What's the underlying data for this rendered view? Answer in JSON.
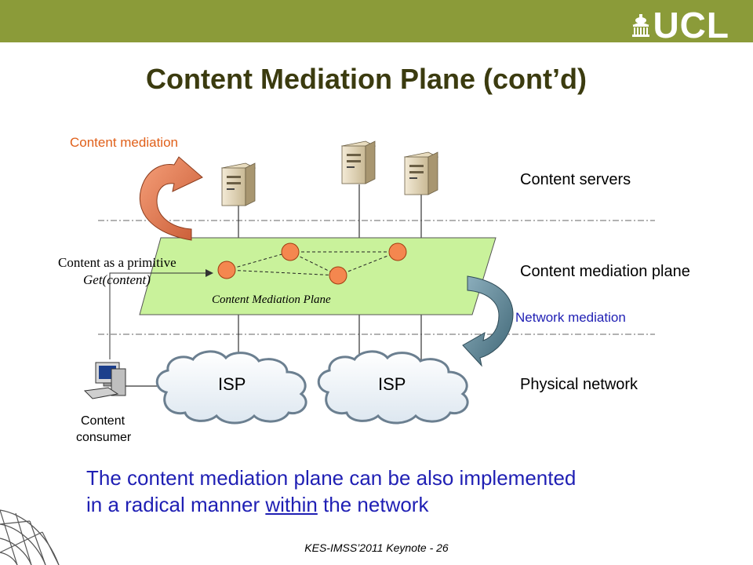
{
  "logo": {
    "text": "UCL"
  },
  "title": "Content Mediation Plane (cont’d)",
  "diagram": {
    "labels": {
      "content_mediation": "Content mediation",
      "content_servers": "Content servers",
      "content_as_primitive": "Content as a primitive",
      "get_content": "Get(content)",
      "content_mediation_plane_right": "Content mediation plane",
      "plane_label": "Content Mediation Plane",
      "network_mediation": "Network mediation",
      "isp_left": "ISP",
      "isp_right": "ISP",
      "physical_network": "Physical network",
      "consumer_line1": "Content",
      "consumer_line2": "consumer"
    },
    "colors": {
      "plane_fill": "#c9f29b",
      "node_fill": "#f4874f",
      "content_mediation_text": "#e0601a",
      "network_mediation_text": "#1f1fb4",
      "orange_arrow": "#e8794a",
      "blue_arrow": "#5f8a9b"
    }
  },
  "caption": {
    "line1": "The content mediation plane can be also implemented",
    "line2_before": "in a radical manner ",
    "line2_underlined": "within",
    "line2_after": " the network"
  },
  "footer": "KES-IMSS’2011 Keynote - 26"
}
